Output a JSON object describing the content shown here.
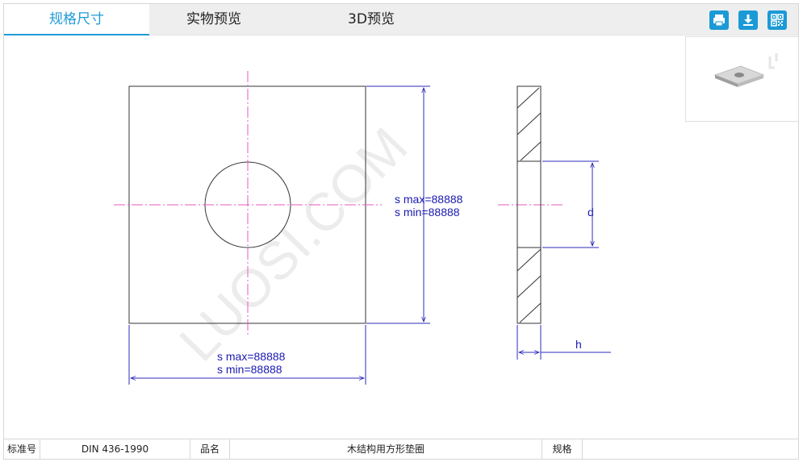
{
  "tabs": [
    {
      "label": "规格尺寸",
      "active": true
    },
    {
      "label": "实物预览",
      "active": false
    },
    {
      "label": "3D预览",
      "active": false
    }
  ],
  "toolbar": {
    "buttons": [
      {
        "name": "print",
        "icon": "print-icon"
      },
      {
        "name": "download",
        "icon": "download-icon"
      },
      {
        "name": "qrcode",
        "icon": "qrcode-icon"
      }
    ]
  },
  "drawing": {
    "watermark": "LUOSI.COM",
    "dims": {
      "s_side_max": "s max=88888",
      "s_side_min": "s min=88888",
      "s_bottom_max": "s max=88888",
      "s_bottom_min": "s min=88888",
      "d_label": "d",
      "h_label": "h"
    }
  },
  "footer": {
    "standard_label": "标准号",
    "standard_value": "DIN 436-1990",
    "name_label": "品名",
    "name_value": "木结构用方形垫圈",
    "spec_label": "规格",
    "spec_value": ""
  },
  "colors": {
    "accent": "#1e9bd7",
    "dimension_text": "#1a1ab0",
    "centerline": "#e55bbf"
  }
}
